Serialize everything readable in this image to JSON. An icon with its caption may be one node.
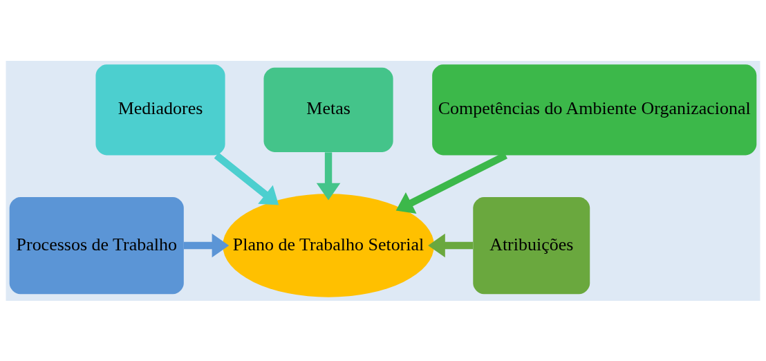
{
  "diagram": {
    "nodes": [
      {
        "text": [
          "Mediadores"
        ]
      },
      {
        "text": [
          "Metas"
        ]
      },
      {
        "text": [
          "Competências do Ambiente Organizacional"
        ]
      },
      {
        "text": [
          "Processos de Trabalho"
        ]
      },
      {
        "text": [
          "Plano de Trabalho Setorial"
        ]
      },
      {
        "text": [
          "Atribuições"
        ]
      }
    ],
    "edges": [
      {
        "from": 0,
        "to": 4,
        "arrow": "to",
        "color": "#4ccfcf"
      },
      {
        "from": 1,
        "to": 4,
        "arrow": "to",
        "color": "#44c48a"
      },
      {
        "from": 2,
        "to": 4,
        "arrow": "to",
        "color": "#3cb84a"
      },
      {
        "from": 3,
        "to": 4,
        "arrow": "to",
        "color": "#5b95d6"
      },
      {
        "from": 5,
        "to": 4,
        "arrow": "to",
        "color": "#6aa83e"
      }
    ]
  }
}
